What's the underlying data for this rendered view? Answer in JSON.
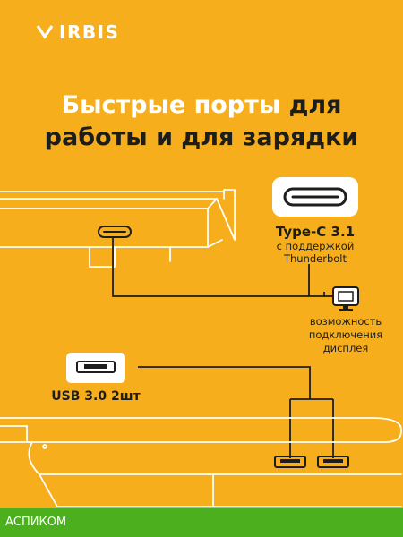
{
  "brand": {
    "name": "IRBIS"
  },
  "headline": {
    "line1_white": "Быстрые порты ",
    "line1_dark": "для",
    "line2": "работы и для зарядки"
  },
  "typec": {
    "title": "Type-C 3.1",
    "sub1": "с поддержкой",
    "sub2": "Thunderbolt"
  },
  "display": {
    "line1": "возможность",
    "line2": "подключения",
    "line3": "дисплея"
  },
  "usb": {
    "label": "USB 3.0 2шт"
  },
  "footer": {
    "text": "АСПИКОМ"
  },
  "colors": {
    "background": "#F6AE1C",
    "footer": "#4CAF1E",
    "ink": "#1d1d1b",
    "outline": "#ffffff"
  }
}
